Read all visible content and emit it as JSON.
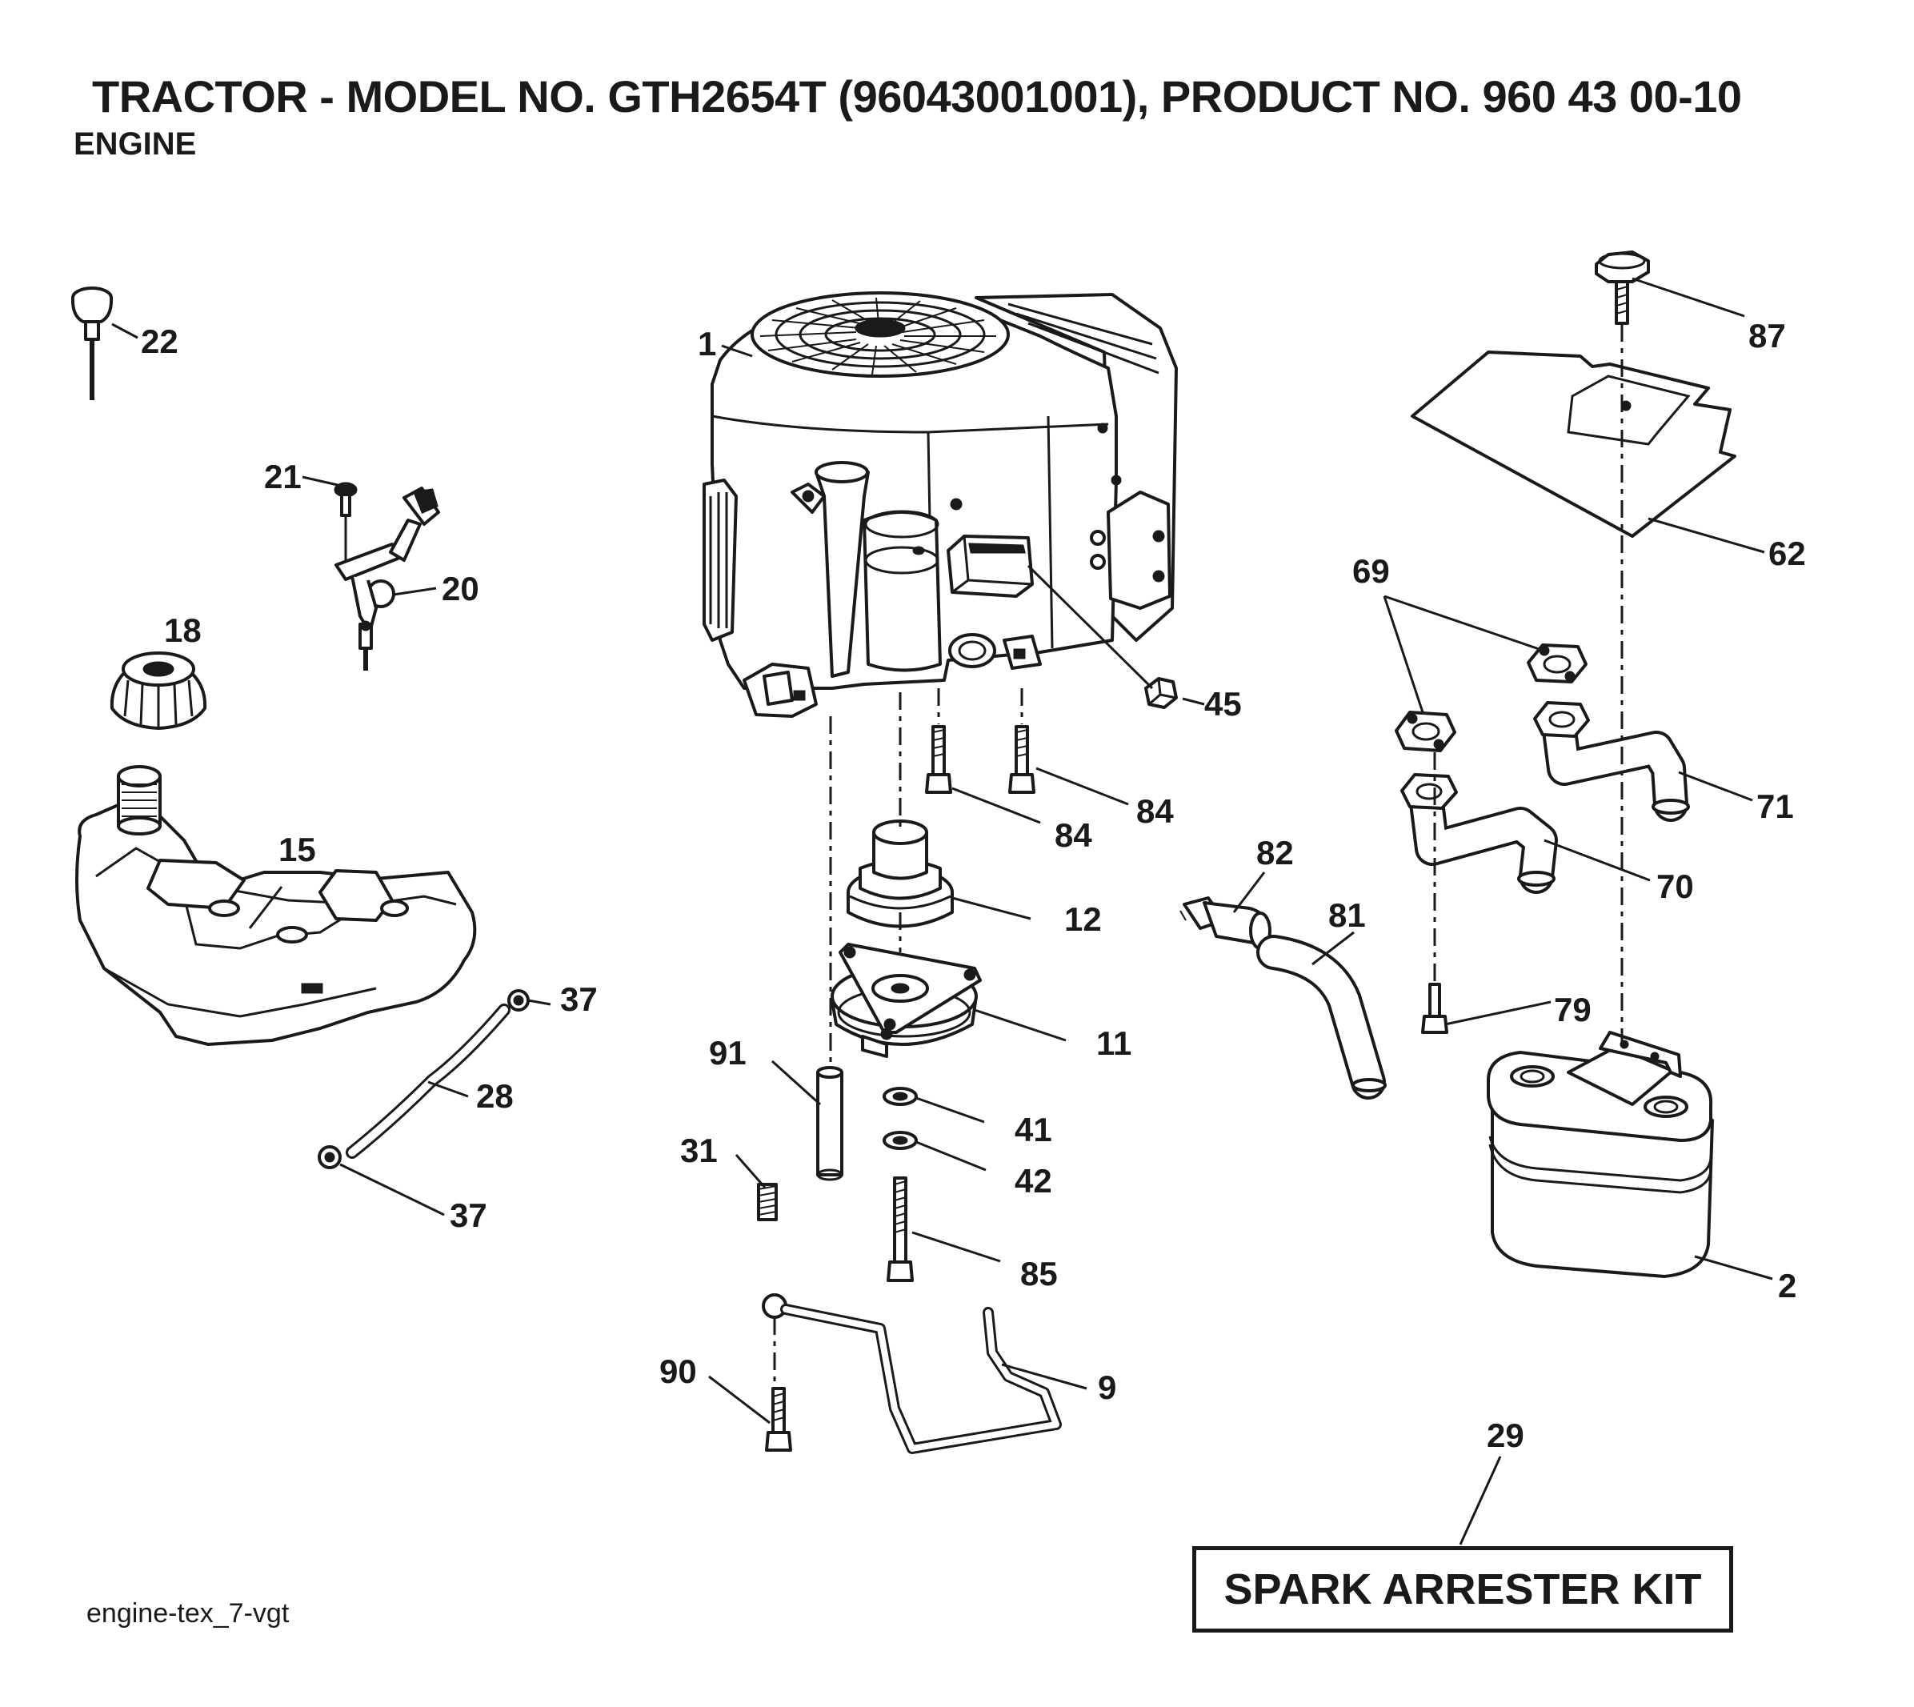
{
  "title": "TRACTOR - MODEL NO. GTH2654T (96043001001), PRODUCT NO. 960 43 00-10",
  "subtitle": "ENGINE",
  "footer_code": "engine-tex_7-vgt",
  "kit_label": "SPARK ARRESTER KIT",
  "callouts": {
    "c1": "1",
    "c2": "2",
    "c9": "9",
    "c11": "11",
    "c12": "12",
    "c15": "15",
    "c18": "18",
    "c20": "20",
    "c21": "21",
    "c22": "22",
    "c28": "28",
    "c29": "29",
    "c31": "31",
    "c37a": "37",
    "c37b": "37",
    "c41": "41",
    "c42": "42",
    "c45": "45",
    "c62": "62",
    "c69": "69",
    "c70": "70",
    "c71": "71",
    "c79": "79",
    "c81": "81",
    "c82": "82",
    "c84a": "84",
    "c84b": "84",
    "c85": "85",
    "c87": "87",
    "c90": "90",
    "c91": "91"
  }
}
